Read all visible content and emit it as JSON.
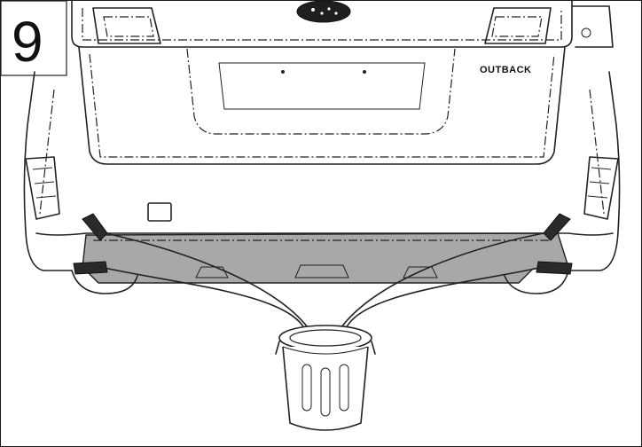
{
  "step": {
    "number": "9"
  },
  "vehicle": {
    "badge": "OUTBACK",
    "emblem": "subaru-emblem-icon"
  },
  "colors": {
    "line": "#222222",
    "removed_part_fill": "#a8a8a8",
    "clip_fill": "#2a2a2a",
    "background": "#ffffff"
  },
  "removed_parts": {
    "clip_count": 4
  },
  "icons": [
    "trash-bin-icon",
    "arrow-icon",
    "clip-icon"
  ]
}
